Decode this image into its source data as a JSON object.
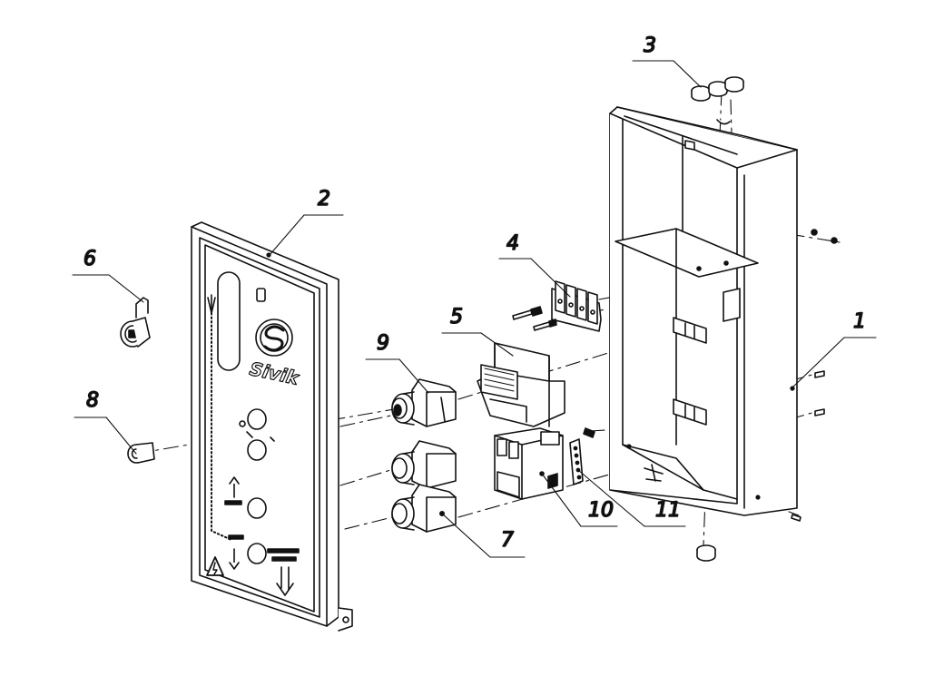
{
  "diagram": {
    "callouts": {
      "c1": "1",
      "c2": "2",
      "c3": "3",
      "c4": "4",
      "c5": "5",
      "c6": "6",
      "c7": "7",
      "c8": "8",
      "c9": "9",
      "c10": "10",
      "c11": "11"
    },
    "panel": {
      "brand": "Sivik"
    },
    "colors": {
      "line": "#111111",
      "paper": "#ffffff"
    }
  }
}
